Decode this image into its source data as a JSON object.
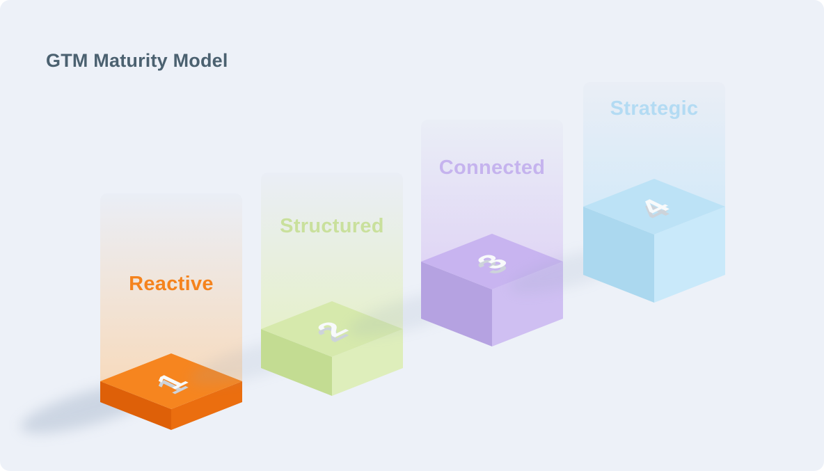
{
  "title": "GTM Maturity Model",
  "title_color": "#4B6170",
  "canvas_background": "#EDF1F8",
  "page_background": "#FFFFFF",
  "stages": [
    {
      "label": "Reactive",
      "number": "1",
      "active": true,
      "label_color": "#F5831D",
      "panel_top": "#EAEEF6",
      "panel_bottom": "#F7DBBE",
      "block_top": "#F6851F",
      "block_left": "#DE6008",
      "block_right": "#EB6E0F"
    },
    {
      "label": "Structured",
      "number": "2",
      "active": false,
      "label_color": "#C9E09C",
      "panel_top": "#EAEEF6",
      "panel_bottom": "#E6F0CC",
      "block_top": "#D6E9AC",
      "block_left": "#C3DC92",
      "block_right": "#DEEEBB"
    },
    {
      "label": "Connected",
      "number": "3",
      "active": false,
      "label_color": "#C5B3EE",
      "panel_top": "#EAEEF6",
      "panel_bottom": "#E0D6F5",
      "block_top": "#C8B4F0",
      "block_left": "#B5A2E1",
      "block_right": "#CFBFF2"
    },
    {
      "label": "Strategic",
      "number": "4",
      "active": false,
      "label_color": "#B3DBF3",
      "panel_top": "#EAEEF6",
      "panel_bottom": "#D5EAF8",
      "block_top": "#BCE2F6",
      "block_left": "#ABD8EF",
      "block_right": "#C9E9FA"
    }
  ]
}
